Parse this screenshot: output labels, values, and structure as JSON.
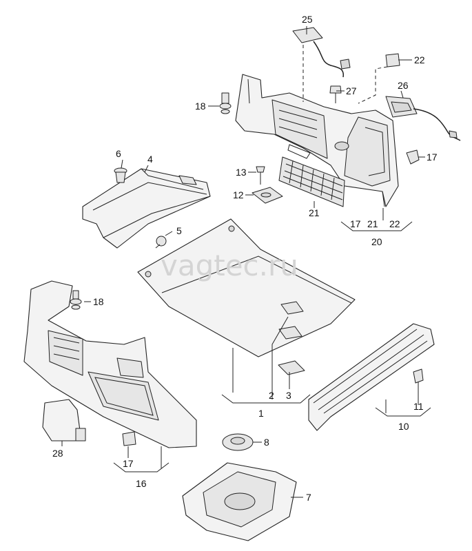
{
  "watermark": "vagtec.ru",
  "labels": {
    "p1": "1",
    "p2": "2",
    "p3": "3",
    "p4": "4",
    "p5": "5",
    "p6": "6",
    "p7": "7",
    "p8": "8",
    "p10": "10",
    "p11": "11",
    "p12": "12",
    "p13": "13",
    "p16": "16",
    "p17a": "17",
    "p17b": "17",
    "p17c": "17",
    "p18a": "18",
    "p18b": "18",
    "p20": "20",
    "p21a": "21",
    "p21b": "21",
    "p22a": "22",
    "p22b": "22",
    "p25": "25",
    "p26": "26",
    "p27": "27",
    "p28": "28"
  }
}
